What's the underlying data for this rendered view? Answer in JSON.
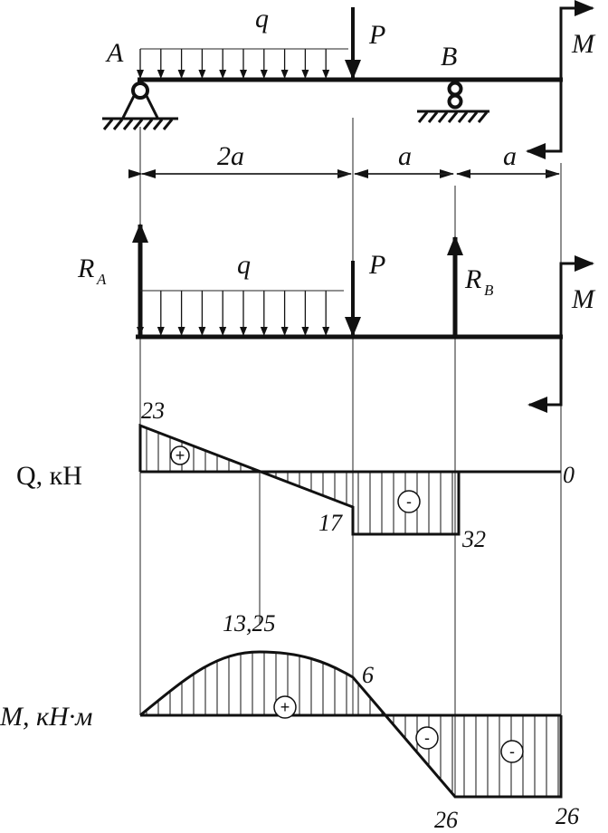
{
  "scheme": {
    "load_q": "q",
    "force_P": "P",
    "moment_M": "M",
    "support_A": "A",
    "support_B": "B",
    "dim_1": "2a",
    "dim_2": "a",
    "dim_3": "a"
  },
  "free_body": {
    "reaction_A": "R",
    "reaction_A_sub": "A",
    "reaction_B": "R",
    "reaction_B_sub": "B",
    "load_q": "q",
    "force_P": "P",
    "moment_M": "M"
  },
  "shear_diagram": {
    "label": "Q, кН",
    "values": {
      "v_start": "23",
      "v_at_P_left": "17",
      "v_at_B": "32",
      "v_end": "0"
    },
    "signs": {
      "pos": "+",
      "neg": "-"
    }
  },
  "moment_diagram": {
    "label": "M, кН·м",
    "values": {
      "v_max": "13,25",
      "v_at_P": "6",
      "v_at_B": "26",
      "v_end": "26"
    },
    "signs": {
      "pos": "+",
      "neg1": "-",
      "neg2": "-"
    }
  }
}
